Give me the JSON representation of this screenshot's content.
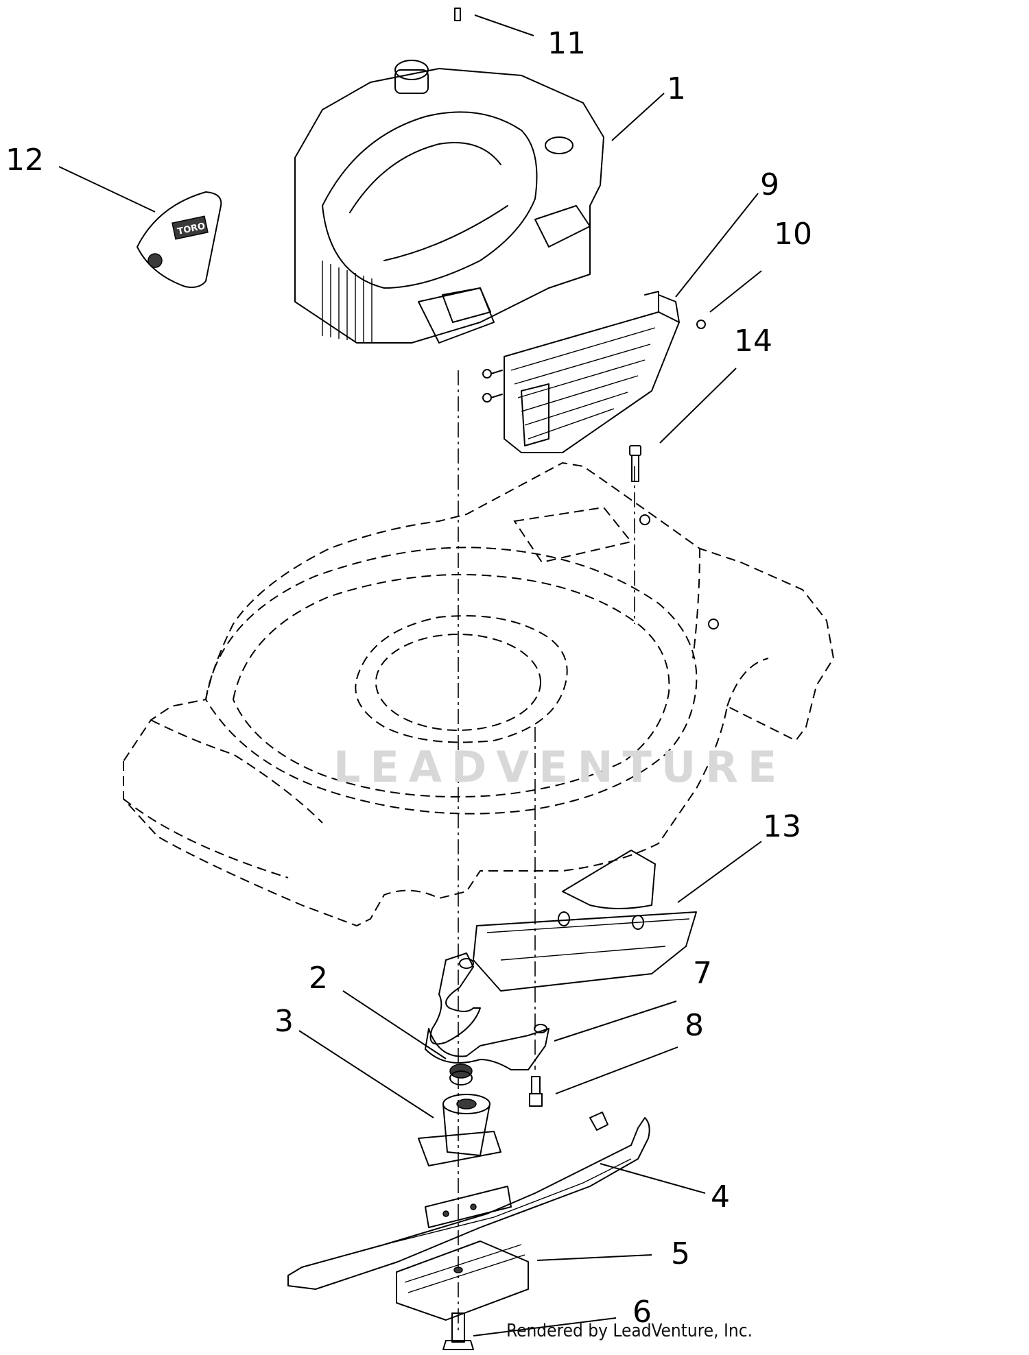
{
  "callouts": [
    {
      "label": "1"
    },
    {
      "label": "2"
    },
    {
      "label": "3"
    },
    {
      "label": "4"
    },
    {
      "label": "5"
    },
    {
      "label": "6"
    },
    {
      "label": "7"
    },
    {
      "label": "8"
    },
    {
      "label": "9"
    },
    {
      "label": "10"
    },
    {
      "label": "11"
    },
    {
      "label": "12"
    },
    {
      "label": "13"
    },
    {
      "label": "14"
    }
  ],
  "watermark": "LEADVENTURE",
  "footer": "Rendered by LeadVenture, Inc.",
  "decal_text": "TORO"
}
